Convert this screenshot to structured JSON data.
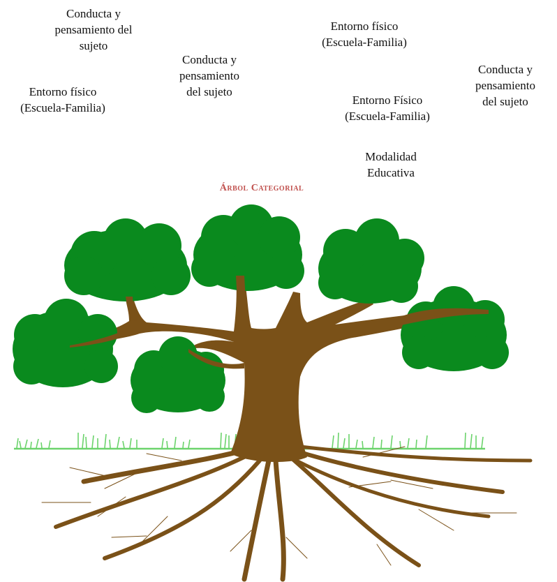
{
  "title": "Árbol Categorial",
  "labels": [
    {
      "id": "lbl-1",
      "text": "Conducta y\npensamiento del\nsujeto"
    },
    {
      "id": "lbl-2",
      "text": "Conducta y\npensamiento\ndel sujeto"
    },
    {
      "id": "lbl-3",
      "text": "Entorno físico\n(Escuela-Familia)"
    },
    {
      "id": "lbl-4",
      "text": "Entorno físico\n(Escuela-Familia)"
    },
    {
      "id": "lbl-5",
      "text": "Entorno Físico\n(Escuela-Familia)"
    },
    {
      "id": "lbl-6",
      "text": "Conducta y\npensamiento\ndel sujeto"
    },
    {
      "id": "lbl-7",
      "text": "Modalidad\nEducativa"
    }
  ],
  "colors": {
    "foliage": "#0a8a1e",
    "trunk": "#7a5118",
    "grass": "#6bd36b",
    "title": "#c0504d"
  }
}
